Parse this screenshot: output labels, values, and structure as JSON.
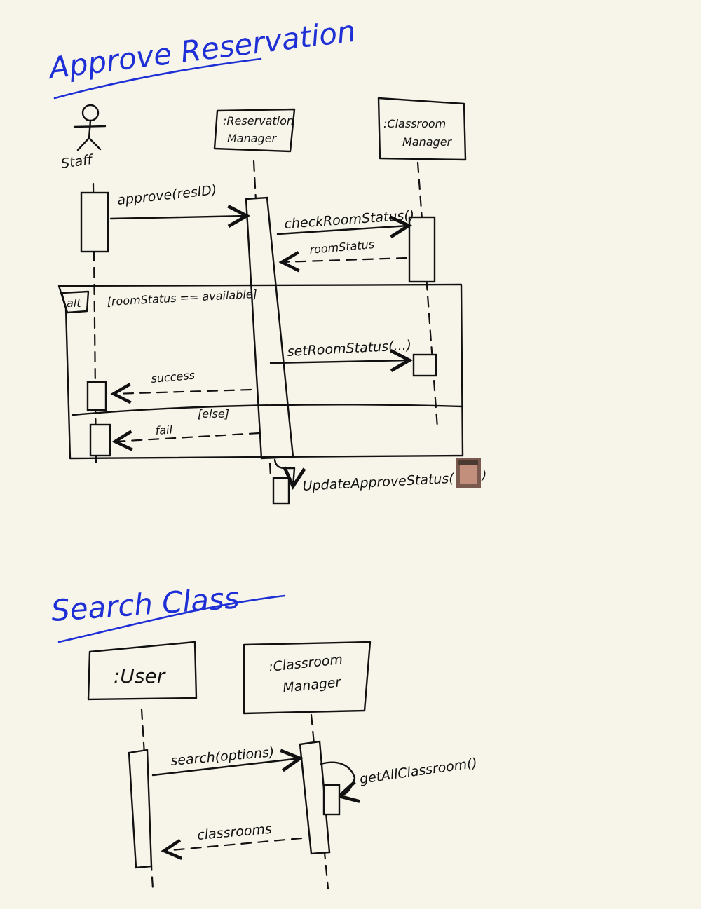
{
  "diagram1": {
    "title": "Approve Reservation",
    "actor_label": "Staff",
    "lifeline_reservation": [
      ":Reservation",
      "Manager"
    ],
    "lifeline_classroom": [
      ":Classroom",
      "Manager"
    ],
    "msg_approve": "approve(resID)",
    "msg_check": "checkRoomStatus()",
    "msg_room_status": "roomStatus",
    "alt_tag": "alt",
    "alt_guard": "[roomStatus == available]",
    "msg_set_status": "setRoomStatus(...)",
    "msg_success": "success",
    "else_guard": "[else]",
    "msg_fail": "fail",
    "msg_update_open": "UpdateApproveStatus(",
    "msg_update_close": ")"
  },
  "diagram2": {
    "title": "Search Class",
    "lifeline_user": ":User",
    "lifeline_classroom": [
      ":Classroom",
      "Manager"
    ],
    "msg_search": "search(options)",
    "msg_get_all": "getAllClassroom()",
    "msg_classrooms": "classrooms"
  },
  "colors": {
    "ink": "#111111",
    "title_blue": "#1e2fd6",
    "paper": "#f7f5ea"
  }
}
